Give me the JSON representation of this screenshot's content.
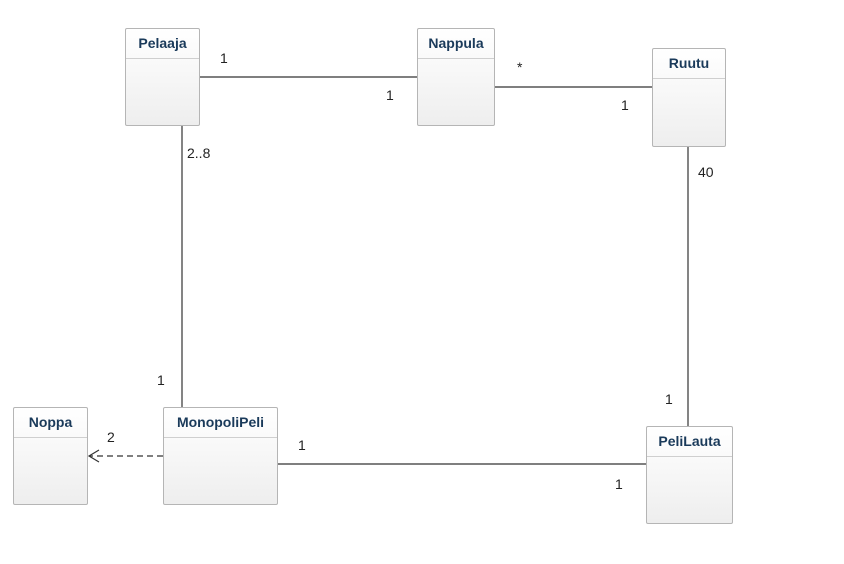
{
  "classes": {
    "pelaaja": "Pelaaja",
    "nappula": "Nappula",
    "ruutu": "Ruutu",
    "noppa": "Noppa",
    "monopolipeli": "MonopoliPeli",
    "pelilauta": "PeliLauta"
  },
  "associations": {
    "pelaaja_nappula": {
      "pelaaja_end": "1",
      "nappula_end": "1"
    },
    "nappula_ruutu": {
      "nappula_end": "*",
      "ruutu_end": "1"
    },
    "ruutu_pelilauta": {
      "ruutu_end": "40",
      "pelilauta_end": "1"
    },
    "pelaaja_monopolipeli": {
      "pelaaja_end": "2..8",
      "monopolipeli_end": "1"
    },
    "monopolipeli_pelilauta": {
      "monopolipeli_end": "1",
      "pelilauta_end": "1"
    },
    "monopolipeli_noppa": {
      "noppa_end": "2",
      "kind": "dependency"
    }
  }
}
